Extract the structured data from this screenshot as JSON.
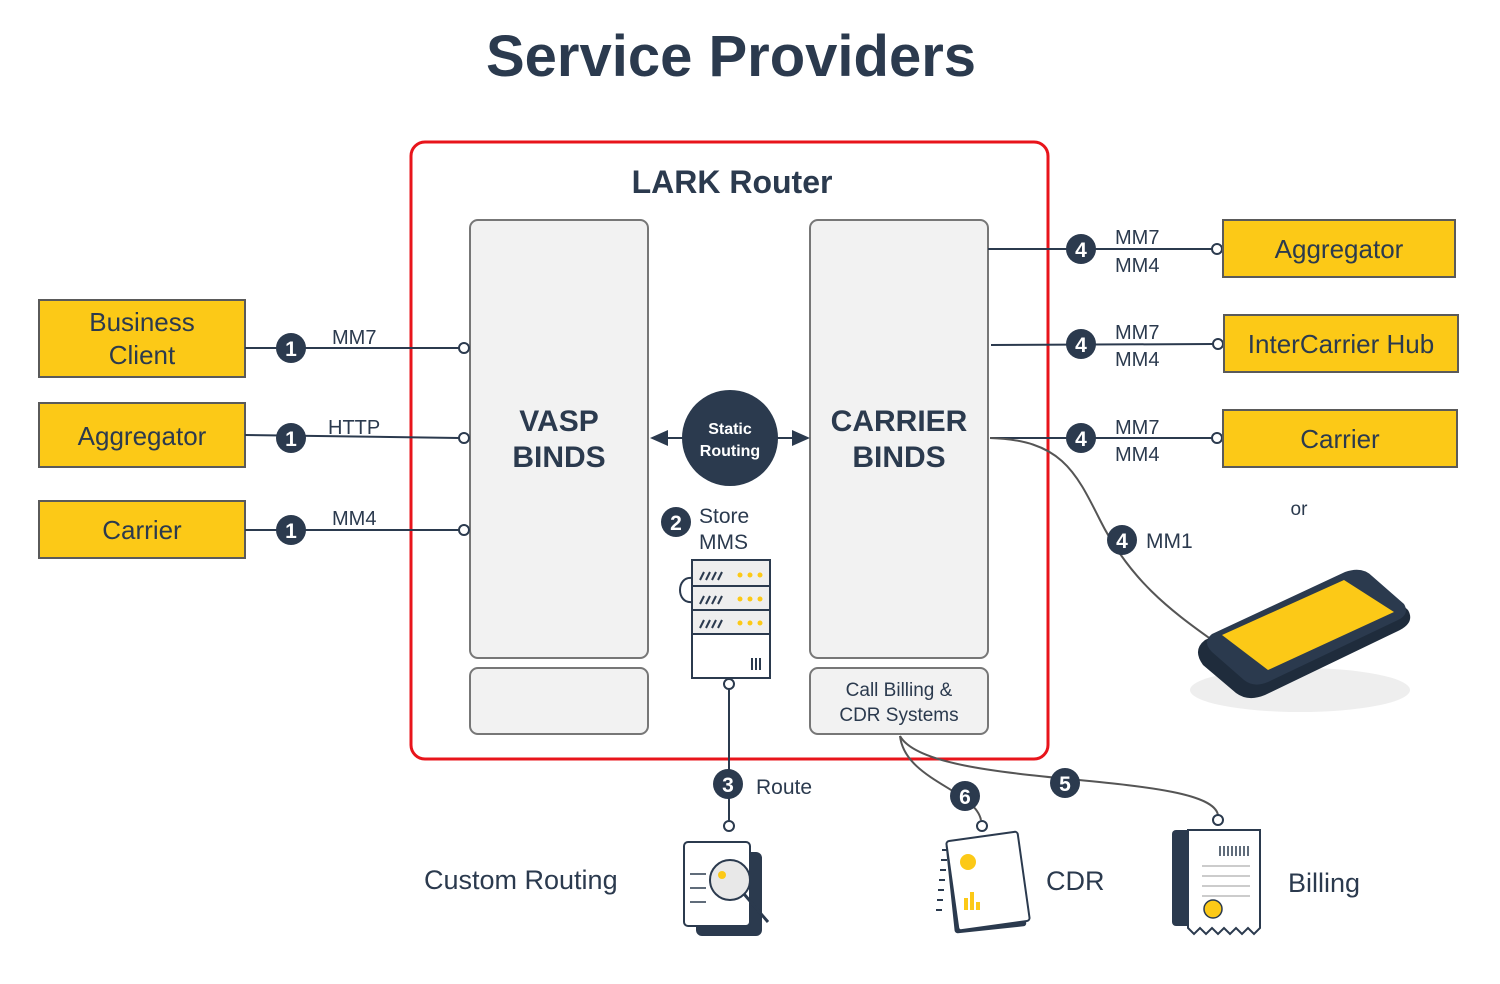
{
  "title": "Service Providers",
  "router": {
    "title": "LARK Router",
    "vasp_label": [
      "VASP",
      "BINDS"
    ],
    "carrier_label": [
      "CARRIER",
      "BINDS"
    ],
    "hub_label": [
      "Static",
      "Routing"
    ],
    "store_label": [
      "Store",
      "MMS"
    ],
    "billing_box_label": [
      "Call Billing &",
      "CDR Systems"
    ]
  },
  "left_clients": [
    {
      "label": [
        "Business",
        "Client"
      ],
      "badge": "1",
      "protocol": "MM7"
    },
    {
      "label": [
        "Aggregator"
      ],
      "badge": "1",
      "protocol": "HTTP"
    },
    {
      "label": [
        "Carrier"
      ],
      "badge": "1",
      "protocol": "MM4"
    }
  ],
  "right_peers": [
    {
      "label": "Aggregator",
      "badge": "4",
      "protocols": [
        "MM7",
        "MM4"
      ]
    },
    {
      "label": "InterCarrier Hub",
      "badge": "4",
      "protocols": [
        "MM7",
        "MM4"
      ]
    },
    {
      "label": "Carrier",
      "badge": "4",
      "protocols": [
        "MM7",
        "MM4"
      ]
    }
  ],
  "or_label": "or",
  "mobile": {
    "badge": "4",
    "protocol": "MM1"
  },
  "bottom": {
    "route": {
      "badge": "3",
      "label": "Route"
    },
    "custom_routing": "Custom Routing",
    "cdr": {
      "badge": "6",
      "label": "CDR"
    },
    "billing": {
      "badge": "5",
      "label": "Billing"
    },
    "store_badge": "2"
  },
  "colors": {
    "accent_yellow": "#fcc917",
    "navy": "#2b3a4e",
    "router_border": "#e8141b",
    "panel": "#f2f2f2"
  }
}
